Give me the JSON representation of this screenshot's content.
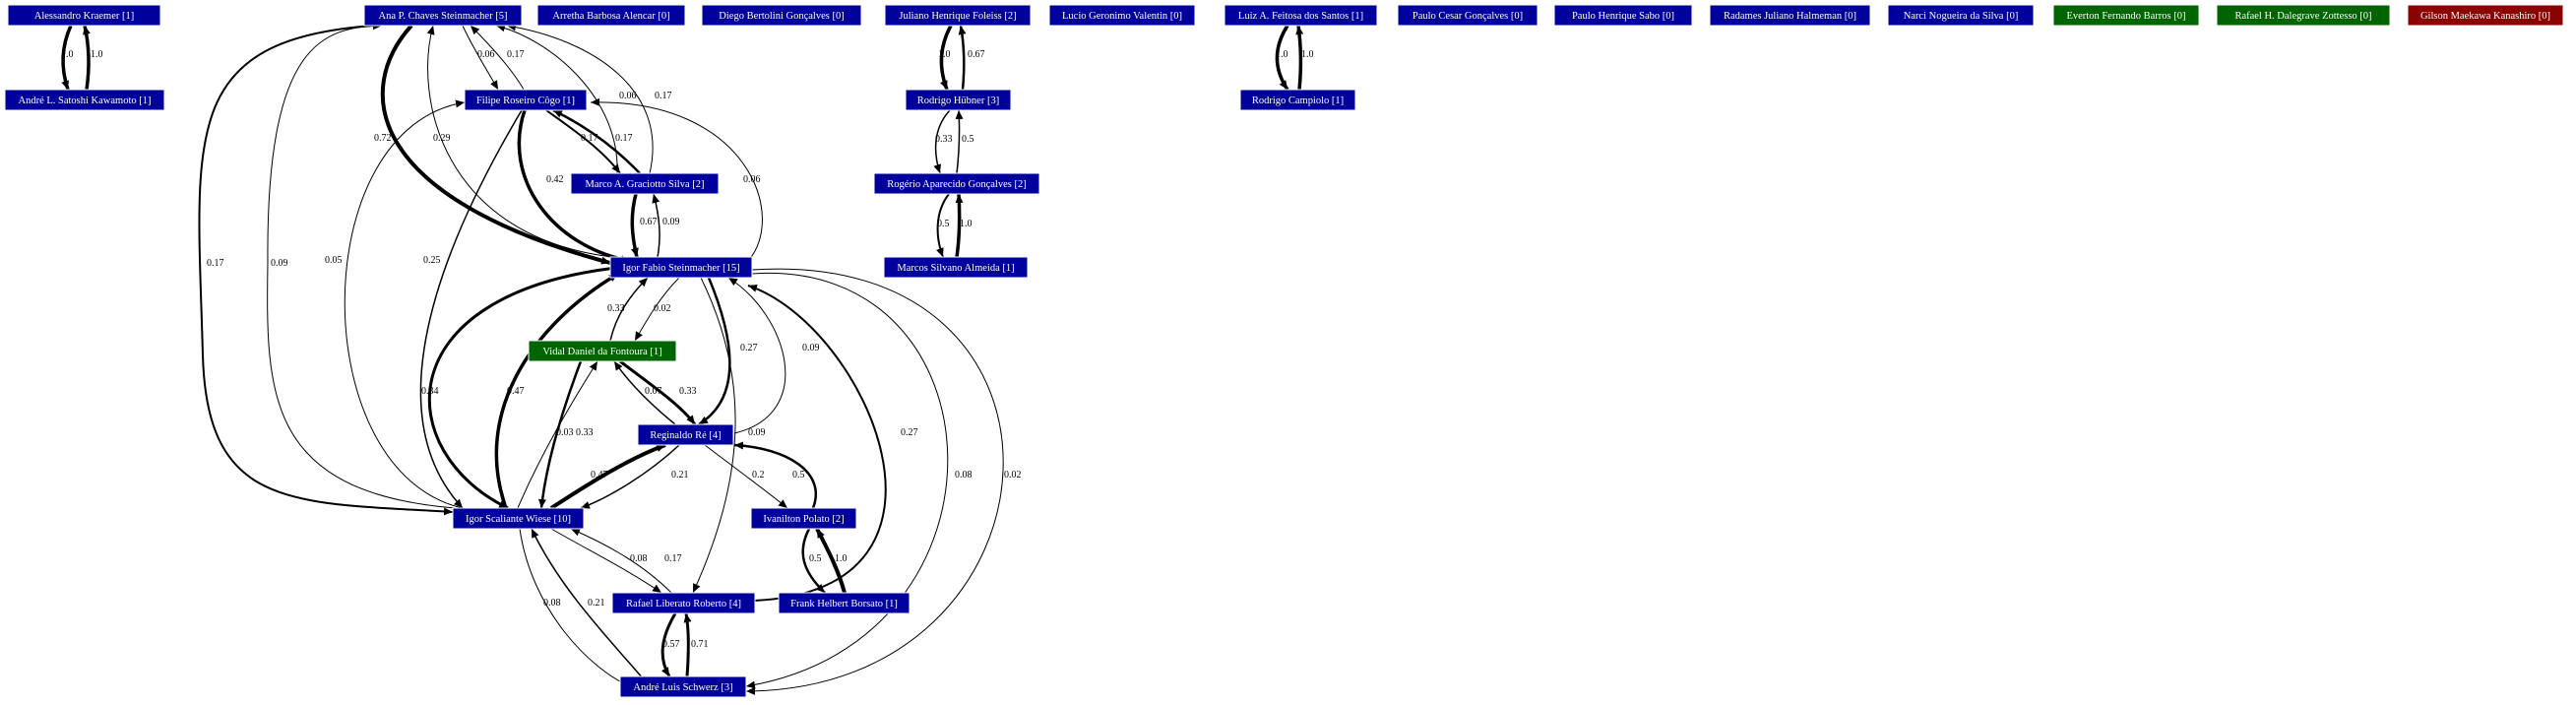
{
  "colors": {
    "default": "#00009c",
    "positive": "#006400",
    "negative": "#8b0000",
    "text": "#ffffff",
    "edge": "#000000"
  },
  "nodes": [
    {
      "id": "alessandro",
      "label": "Alessandro Kraemer [1]",
      "color": "default"
    },
    {
      "id": "andrels",
      "label": "André L. Satoshi Kawamoto [1]",
      "color": "default"
    },
    {
      "id": "ana",
      "label": "Ana P. Chaves Steinmacher [5]",
      "color": "default"
    },
    {
      "id": "arretha",
      "label": "Arretha Barbosa Alencar [0]",
      "color": "default"
    },
    {
      "id": "diego",
      "label": "Diego Bertolini Gonçalves [0]",
      "color": "default"
    },
    {
      "id": "juliano",
      "label": "Juliano Henrique Foleiss [2]",
      "color": "default"
    },
    {
      "id": "lucio",
      "label": "Lucio Geronimo Valentin [0]",
      "color": "default"
    },
    {
      "id": "luiz",
      "label": "Luiz A. Feitosa dos Santos [1]",
      "color": "default"
    },
    {
      "id": "paulocesar",
      "label": "Paulo Cesar Gonçalves [0]",
      "color": "default"
    },
    {
      "id": "paulohenrique",
      "label": "Paulo Henrique Sabo [0]",
      "color": "default"
    },
    {
      "id": "radames",
      "label": "Radames Juliano Halmeman [0]",
      "color": "default"
    },
    {
      "id": "narci",
      "label": "Narci Nogueira da Silva [0]",
      "color": "default"
    },
    {
      "id": "everton",
      "label": "Everton Fernando Barros [0]",
      "color": "positive"
    },
    {
      "id": "rafaelh",
      "label": "Rafael H. Dalegrave Zottesso [0]",
      "color": "positive"
    },
    {
      "id": "gilson",
      "label": "Gilson Maekawa Kanashiro [0]",
      "color": "negative"
    },
    {
      "id": "filipe",
      "label": "Filipe Roseiro Côgo [1]",
      "color": "default"
    },
    {
      "id": "rodrigoh",
      "label": "Rodrigo Hübner [3]",
      "color": "default"
    },
    {
      "id": "rodrigoc",
      "label": "Rodrigo Campiolo [1]",
      "color": "default"
    },
    {
      "id": "marco",
      "label": "Marco A. Graciotto Silva [2]",
      "color": "default"
    },
    {
      "id": "rogerio",
      "label": "Rogério Aparecido Gonçalves [2]",
      "color": "default"
    },
    {
      "id": "igor",
      "label": "Igor Fabio Steinmacher [15]",
      "color": "default"
    },
    {
      "id": "marcos",
      "label": "Marcos Silvano Almeida [1]",
      "color": "default"
    },
    {
      "id": "vidal",
      "label": "Vidal Daniel da Fontoura [1]",
      "color": "positive"
    },
    {
      "id": "reginaldo",
      "label": "Reginaldo Ré [4]",
      "color": "default"
    },
    {
      "id": "igorsw",
      "label": "Igor Scaliante Wiese [10]",
      "color": "default"
    },
    {
      "id": "ivanilton",
      "label": "Ivanilton Polato [2]",
      "color": "default"
    },
    {
      "id": "rafaell",
      "label": "Rafael Liberato Roberto [4]",
      "color": "default"
    },
    {
      "id": "frank",
      "label": "Frank Helbert Borsato [1]",
      "color": "default"
    },
    {
      "id": "andreluis",
      "label": "André Luis Schwerz [3]",
      "color": "default"
    }
  ],
  "edges": [
    {
      "id": "e_alek_and",
      "label": "1.0"
    },
    {
      "id": "e_and_alek",
      "label": "1.0"
    },
    {
      "id": "e_jul_rod",
      "label": "1.0"
    },
    {
      "id": "e_rod_jul",
      "label": "0.67"
    },
    {
      "id": "e_luiz_rc",
      "label": "1.0"
    },
    {
      "id": "e_rc_luiz",
      "label": "1.0"
    },
    {
      "id": "e_rod_rog",
      "label": "0.33"
    },
    {
      "id": "e_rog_rod",
      "label": "0.5"
    },
    {
      "id": "e_rog_mar",
      "label": "0.5"
    },
    {
      "id": "e_mar_rog",
      "label": "1.0"
    },
    {
      "id": "e_ana_fil",
      "label": "0.06"
    },
    {
      "id": "e_fil_ana",
      "label": "0.17"
    },
    {
      "id": "e_mas_ana",
      "label": "0.06"
    },
    {
      "id": "e_mas_ana2",
      "label": "0.17"
    },
    {
      "id": "e_ana_igor",
      "label": "0.72"
    },
    {
      "id": "e_igor_ana",
      "label": "0.29"
    },
    {
      "id": "e_fil_mas",
      "label": "0.17"
    },
    {
      "id": "e_mas_fil",
      "label": "0.17"
    },
    {
      "id": "e_fil_igor",
      "label": "0.42"
    },
    {
      "id": "e_igor_fil",
      "label": "0.06"
    },
    {
      "id": "e_mas_igor",
      "label": "0.67"
    },
    {
      "id": "e_igor_mas",
      "label": "0.09"
    },
    {
      "id": "e_fil_isw",
      "label": "0.25"
    },
    {
      "id": "e_isw_fil",
      "label": "0.05"
    },
    {
      "id": "e_ana_isw",
      "label": "0.17"
    },
    {
      "id": "e_isw_ana",
      "label": "0.09"
    },
    {
      "id": "e_vid_igor",
      "label": "0.33"
    },
    {
      "id": "e_igor_vid",
      "label": "0.02"
    },
    {
      "id": "e_igor_reg",
      "label": "0.27"
    },
    {
      "id": "e_reg_igor",
      "label": "0.09"
    },
    {
      "id": "e_igor_isw",
      "label": "0.34"
    },
    {
      "id": "e_isw_igor",
      "label": "0.47"
    },
    {
      "id": "e_vid_reg",
      "label": "0.07"
    },
    {
      "id": "e_reg_vid",
      "label": "0.33"
    },
    {
      "id": "e_isw_vid",
      "label": "0.03"
    },
    {
      "id": "e_vid_isw",
      "label": "0.33"
    },
    {
      "id": "e_isw_reg",
      "label": "0.47"
    },
    {
      "id": "e_reg_isw",
      "label": "0.21"
    },
    {
      "id": "e_igor_rl",
      "label": "0.09"
    },
    {
      "id": "e_reg_iv",
      "label": "0.2"
    },
    {
      "id": "e_iv_reg",
      "label": "0.5"
    },
    {
      "id": "e_rl_igor",
      "label": "0.27"
    },
    {
      "id": "e_igor_and",
      "label": "0.08"
    },
    {
      "id": "e_igor_and2",
      "label": "0.02"
    },
    {
      "id": "e_iv_fr",
      "label": "0.5"
    },
    {
      "id": "e_fr_iv",
      "label": "1.0"
    },
    {
      "id": "e_isw_rl",
      "label": "0.08"
    },
    {
      "id": "e_rl_isw",
      "label": "0.17"
    },
    {
      "id": "e_isw_and",
      "label": "0.08"
    },
    {
      "id": "e_and_isw",
      "label": "0.21"
    },
    {
      "id": "e_rl_and",
      "label": "0.57"
    },
    {
      "id": "e_and_rl",
      "label": "0.71"
    }
  ]
}
